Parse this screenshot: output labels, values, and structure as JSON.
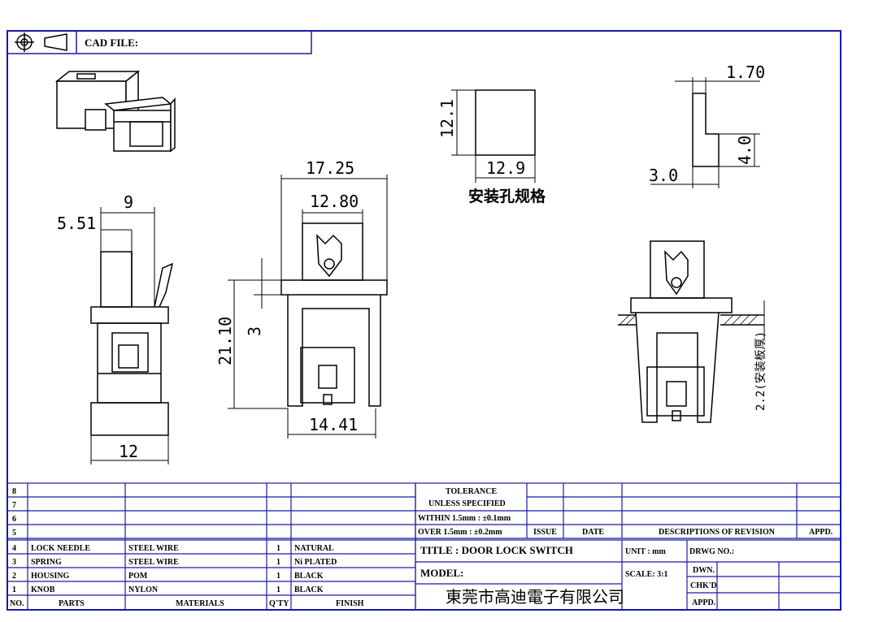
{
  "header": {
    "cad_file_label": "CAD FILE:"
  },
  "dimensions": {
    "side_top": "9",
    "side_offset": "5.51",
    "side_bottom": "12",
    "front_outer": "17.25",
    "front_inner": "12.80",
    "front_height": "21.10",
    "front_small": "3",
    "front_bottom": "14.41",
    "cutout_height": "12.1",
    "cutout_width": "12.9",
    "cutout_caption": "安装孔规格",
    "detail_width": "1.70",
    "detail_height": "4.0",
    "detail_base": "3.0",
    "panel_thickness": "2.2(安装板厚)"
  },
  "parts_table": {
    "header": {
      "no": "NO.",
      "parts": "PARTS",
      "materials": "MATERIALS",
      "qty": "Q'TY",
      "finish": "FINISH"
    },
    "rows": [
      {
        "no": "8",
        "parts": "",
        "materials": "",
        "qty": "",
        "finish": ""
      },
      {
        "no": "7",
        "parts": "",
        "materials": "",
        "qty": "",
        "finish": ""
      },
      {
        "no": "6",
        "parts": "",
        "materials": "",
        "qty": "",
        "finish": ""
      },
      {
        "no": "5",
        "parts": "",
        "materials": "",
        "qty": "",
        "finish": ""
      },
      {
        "no": "4",
        "parts": "LOCK NEEDLE",
        "materials": "STEEL WIRE",
        "qty": "1",
        "finish": "NATURAL"
      },
      {
        "no": "3",
        "parts": "SPRING",
        "materials": "STEEL WIRE",
        "qty": "1",
        "finish": "Ni PLATED"
      },
      {
        "no": "2",
        "parts": "HOUSING",
        "materials": "POM",
        "qty": "1",
        "finish": "BLACK"
      },
      {
        "no": "1",
        "parts": "KNOB",
        "materials": "NYLON",
        "qty": "1",
        "finish": "BLACK"
      }
    ]
  },
  "title_block": {
    "tolerance_1": "TOLERANCE",
    "tolerance_2": "UNLESS  SPECIFIED",
    "within": "WITHIN 1.5mm : ±0.1mm",
    "over": "OVER  1.5mm : ±0.2mm",
    "issue": "ISSUE",
    "date": "DATE",
    "descriptions": "DESCRIPTIONS OF REVISION",
    "appd_rev": "APPD.",
    "title": "TITLE :  DOOR LOCK SWITCH",
    "unit": "UNIT :  mm",
    "drwg_no": "DRWG NO.:",
    "model": "MODEL:",
    "scale": "SCALE:  3:1",
    "dwn": "DWN.",
    "chkd": "CHK'D",
    "appd": "APPD.",
    "company": "東莞市高迪電子有限公司"
  }
}
